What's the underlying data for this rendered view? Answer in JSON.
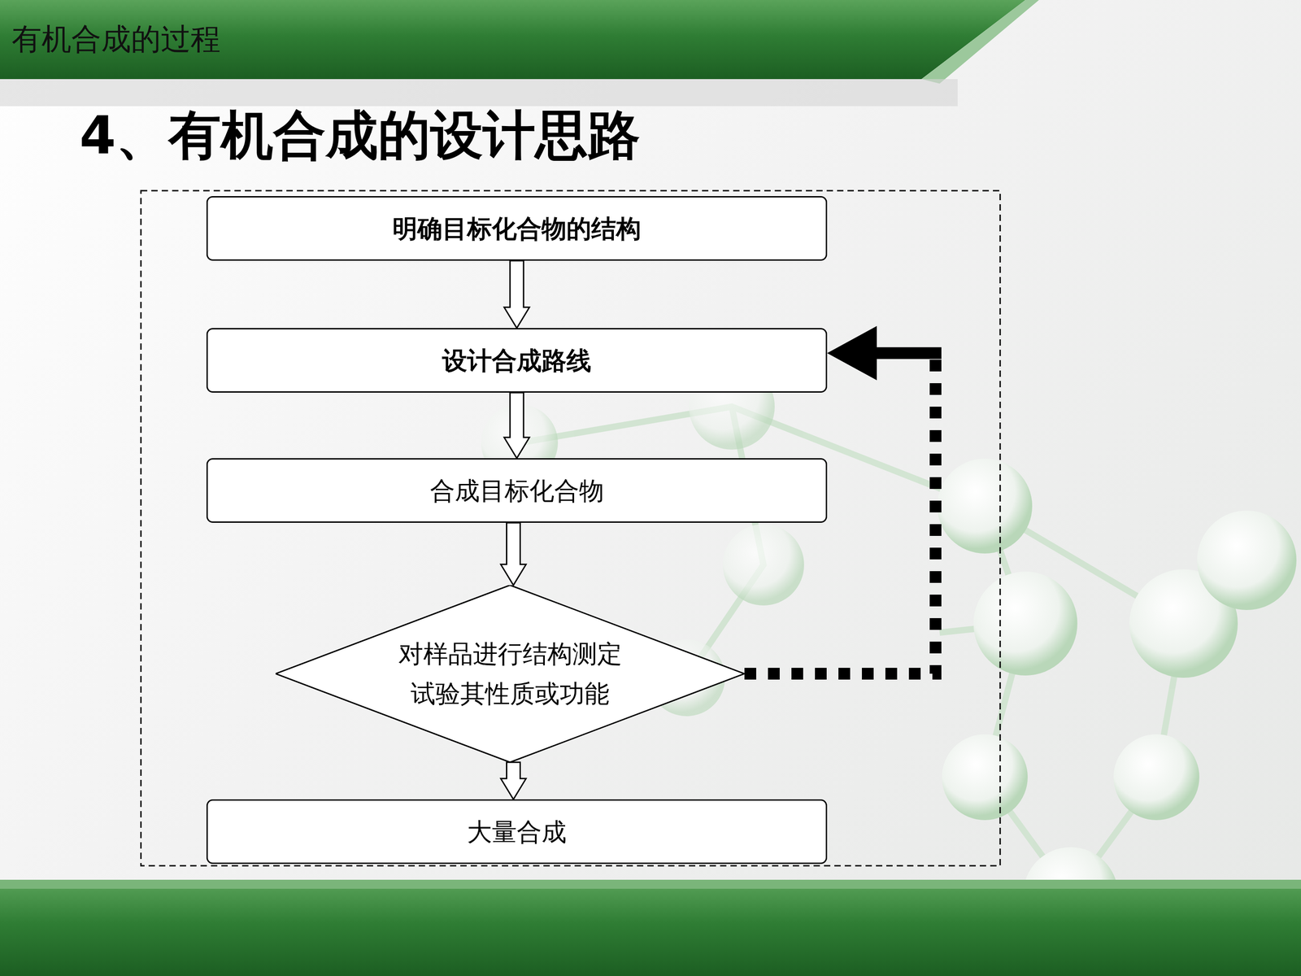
{
  "diagram": {
    "title": "4、有机合成的设计思路",
    "nodes": [
      {
        "text": [
          "明确目标化合物的结构"
        ]
      },
      {
        "text": [
          "设计合成路线"
        ]
      },
      {
        "text": [
          "合成目标化合物"
        ]
      },
      {
        "text": [
          "对样品进行结构测定 试验其性质或功能"
        ]
      },
      {
        "text": [
          "大量合成"
        ]
      }
    ],
    "edges": [
      {
        "from": 0,
        "to": 1,
        "arrow": "to"
      },
      {
        "from": 1,
        "to": 2,
        "arrow": "to"
      },
      {
        "from": 2,
        "to": 3,
        "arrow": "to"
      },
      {
        "from": 3,
        "to": 4,
        "arrow": "to"
      },
      {
        "from": 3,
        "to": 1,
        "arrow": "to"
      }
    ],
    "labels": [
      "有机合成的过程"
    ]
  }
}
